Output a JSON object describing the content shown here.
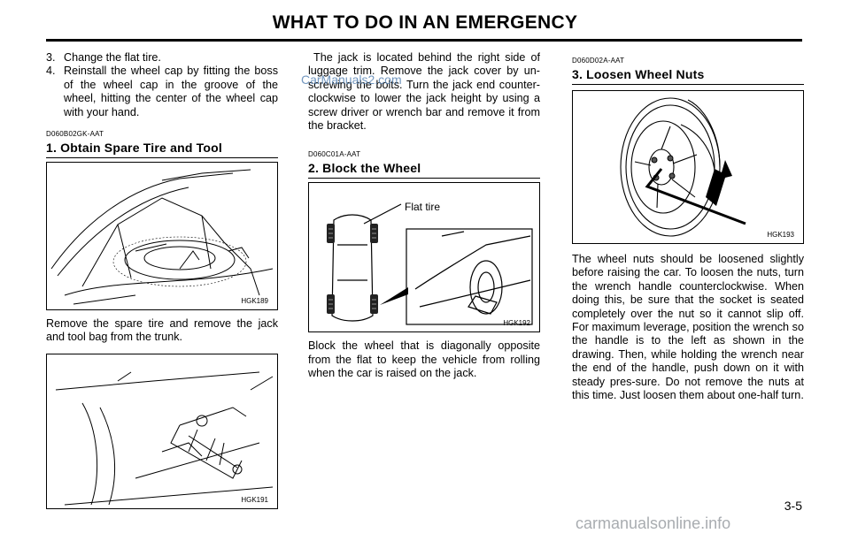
{
  "header": {
    "title": "WHAT TO DO IN AN EMERGENCY",
    "page_number": "3-5"
  },
  "col1": {
    "steps": [
      {
        "num": "3.",
        "text": "Change the flat tire."
      },
      {
        "num": "4.",
        "text": "Reinstall the wheel cap by fitting the boss of the wheel cap in the groove of the wheel, hitting the center of the wheel cap with your hand."
      }
    ],
    "section_code": "D060B02GK-AAT",
    "section_title": "1. Obtain Spare Tire and Tool",
    "fig1_label": "HGK189",
    "body": "Remove the spare tire and remove the jack and tool bag from the trunk.",
    "fig2_label": "HGK191"
  },
  "col2": {
    "intro": "The jack is located behind the right side of luggage trim. Remove the jack cover by un-screwing the bolts. Turn the jack end counter-clockwise to lower the jack height by using a screw driver or wrench bar and remove it from the bracket.",
    "section_code": "D060C01A-AAT",
    "section_title": "2. Block the Wheel",
    "fig_callout": "Flat tire",
    "fig_label": "HGK192",
    "body": "Block the wheel that is diagonally opposite from the flat to keep the vehicle from rolling when the car is raised on the jack."
  },
  "col3": {
    "section_code": "D060D02A-AAT",
    "section_title": "3. Loosen Wheel Nuts",
    "fig_label": "HGK193",
    "body": "The wheel nuts should be loosened slightly before raising the car. To loosen the nuts, turn the wrench handle counterclockwise. When doing this, be sure that the socket is seated completely over the nut so it cannot slip off. For maximum leverage, position the wrench so the handle is to the left as shown in the drawing. Then, while holding the wrench near the end of the handle, push down on it with steady pres-sure. Do not remove the nuts at this time. Just loosen them about one-half turn."
  },
  "watermarks": {
    "top": "CarManuals2.com",
    "bottom": "carmanualsonline.info"
  }
}
